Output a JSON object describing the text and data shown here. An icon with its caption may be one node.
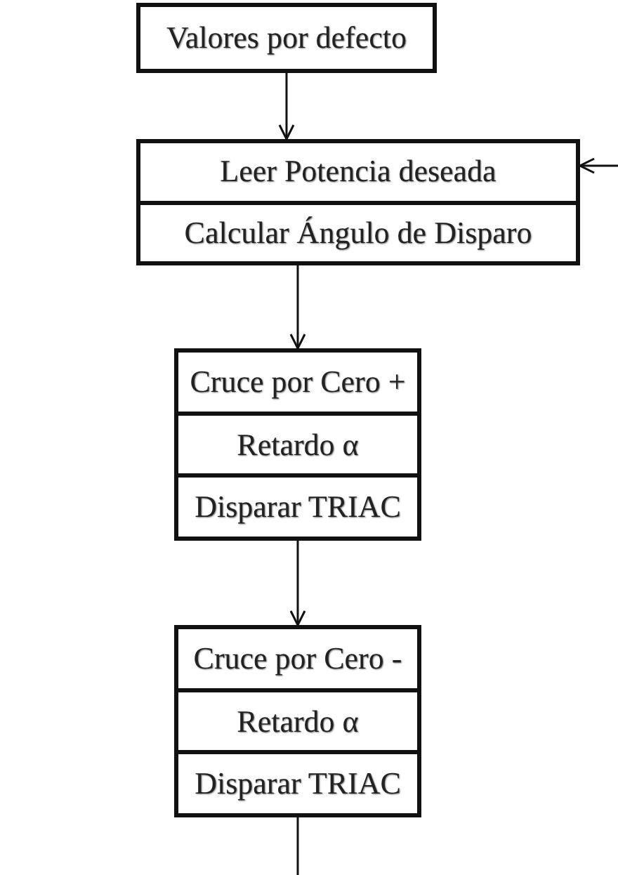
{
  "diagram": {
    "nodes": [
      {
        "text": [
          "Valores por defecto"
        ]
      },
      {
        "text": [
          "Leer Potencia deseada",
          "Calcular Ángulo de Disparo"
        ]
      },
      {
        "text": [
          "Cruce por Cero +",
          "Retardo α",
          "Disparar TRIAC"
        ]
      },
      {
        "text": [
          "Cruce por Cero -",
          "Retardo α",
          "Disparar TRIAC"
        ]
      }
    ],
    "edges": [
      {
        "from": 0,
        "to": 1,
        "arrow": "to"
      },
      {
        "from": 1,
        "to": 2,
        "arrow": "to"
      },
      {
        "from": 2,
        "to": 3,
        "arrow": "to"
      },
      {
        "from": 3,
        "to": null,
        "arrow": "none"
      },
      {
        "from": null,
        "to": 1,
        "arrow": "to"
      }
    ]
  }
}
